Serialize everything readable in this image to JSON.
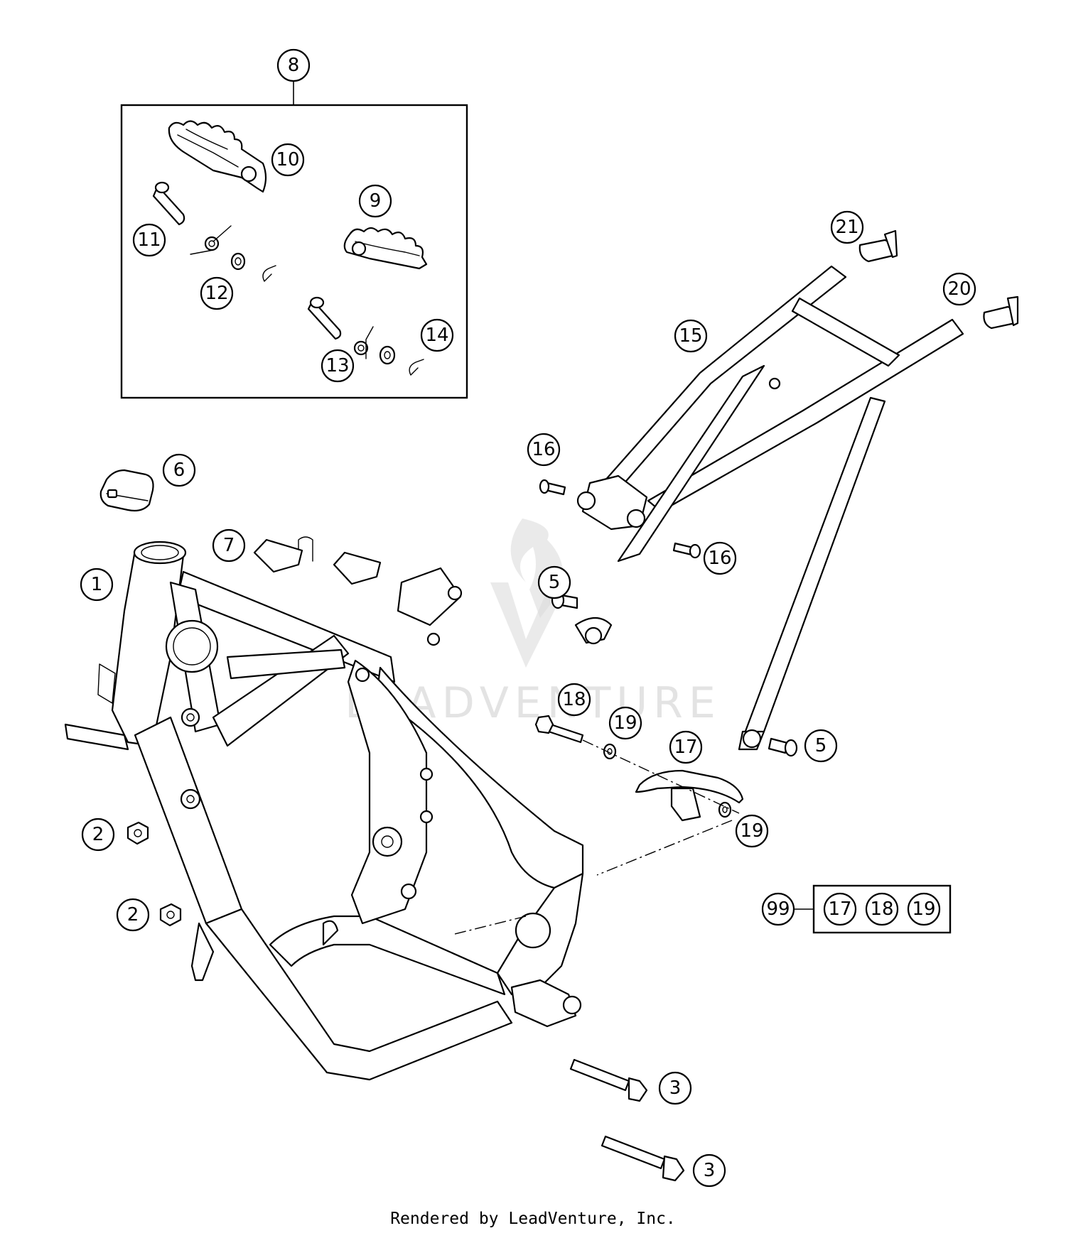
{
  "callouts": [
    {
      "label": "1"
    },
    {
      "label": "2"
    },
    {
      "label": "2"
    },
    {
      "label": "3"
    },
    {
      "label": "3"
    },
    {
      "label": "5"
    },
    {
      "label": "5"
    },
    {
      "label": "6"
    },
    {
      "label": "7"
    },
    {
      "label": "8"
    },
    {
      "label": "9"
    },
    {
      "label": "10"
    },
    {
      "label": "11"
    },
    {
      "label": "12"
    },
    {
      "label": "13"
    },
    {
      "label": "14"
    },
    {
      "label": "15"
    },
    {
      "label": "16"
    },
    {
      "label": "16"
    },
    {
      "label": "17"
    },
    {
      "label": "18"
    },
    {
      "label": "19"
    },
    {
      "label": "19"
    },
    {
      "label": "20"
    },
    {
      "label": "21"
    }
  ],
  "kit": {
    "label": "99",
    "items": [
      "17",
      "18",
      "19"
    ]
  },
  "watermark": "LEADVENTURE",
  "footer": "Rendered by LeadVenture, Inc."
}
